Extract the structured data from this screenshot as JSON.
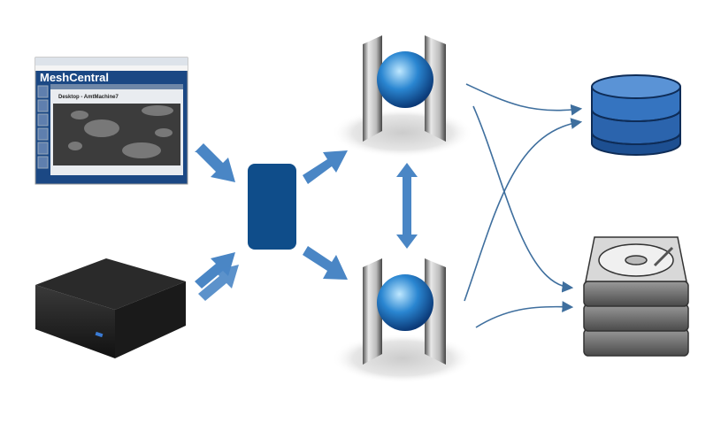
{
  "browser": {
    "app_title": "MeshCentral",
    "page_heading": "Desktop - AmtMachine7"
  },
  "colors": {
    "arrow_blue": "#4a86c5",
    "relay_box": "#0f4d8a",
    "connector_line": "#3f6f9e",
    "database_blue": "#1d4f91",
    "meshcentral_header": "#143f78"
  },
  "icons": [
    "web-browser-screenshot",
    "mini-pc-device",
    "relay-box",
    "server-cloud",
    "database-icon",
    "hard-drive-stack-icon"
  ]
}
